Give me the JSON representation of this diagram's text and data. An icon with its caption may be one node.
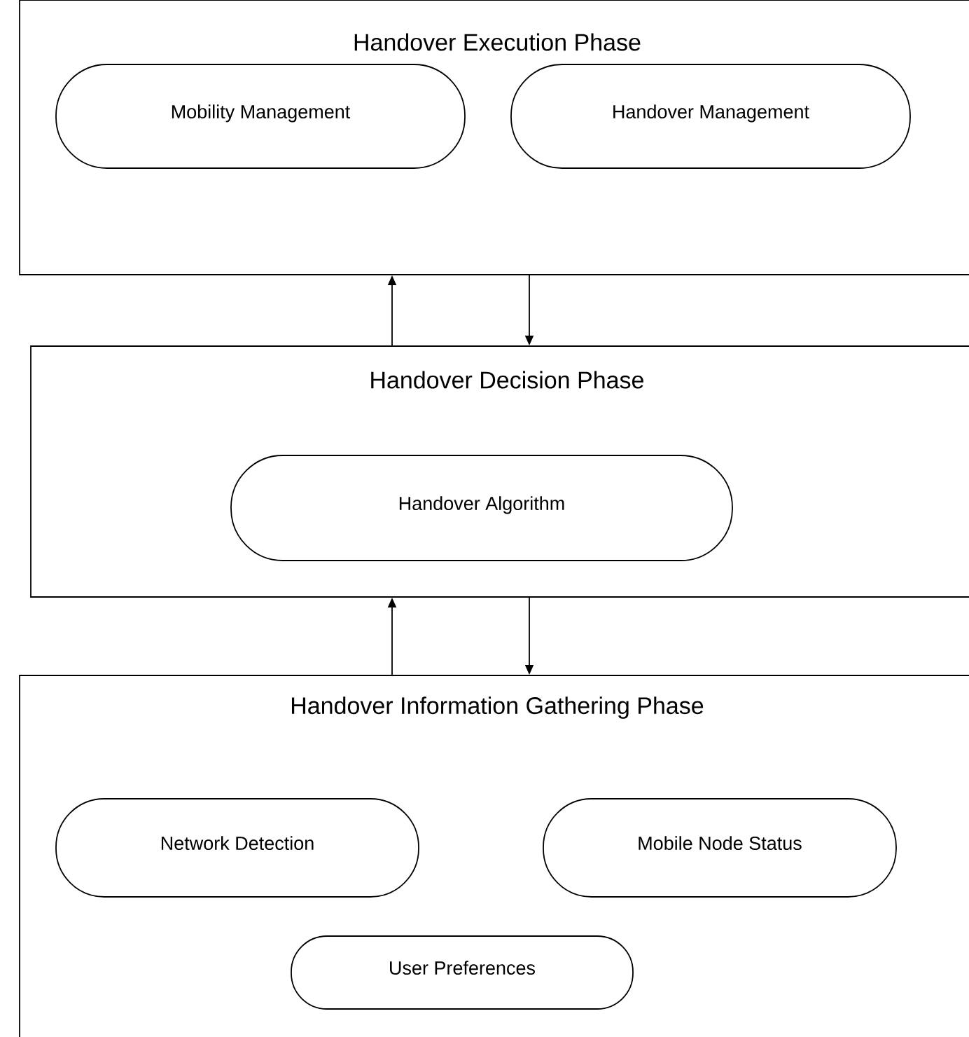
{
  "diagram": {
    "nodes": [
      {
        "text": [
          "Handover Execution Phase"
        ]
      },
      {
        "text": [
          "Mobility Management"
        ],
        "in": 0
      },
      {
        "text": [
          "Handover Management"
        ],
        "in": 0
      },
      {
        "text": [
          "Handover Decision Phase"
        ]
      },
      {
        "text": [
          "Handover Algorithm"
        ],
        "in": 3
      },
      {
        "text": [
          "Handover Information Gathering Phase"
        ]
      },
      {
        "text": [
          "Network Detection"
        ],
        "in": 5
      },
      {
        "text": [
          "Mobile Node Status"
        ],
        "in": 5
      },
      {
        "text": [
          "User Preferences"
        ],
        "in": 5
      }
    ],
    "edges": [
      {
        "from": 3,
        "to": 0,
        "arrow": "to"
      },
      {
        "from": 0,
        "to": 3,
        "arrow": "to"
      },
      {
        "from": 5,
        "to": 3,
        "arrow": "to"
      },
      {
        "from": 3,
        "to": 5,
        "arrow": "to"
      }
    ]
  }
}
